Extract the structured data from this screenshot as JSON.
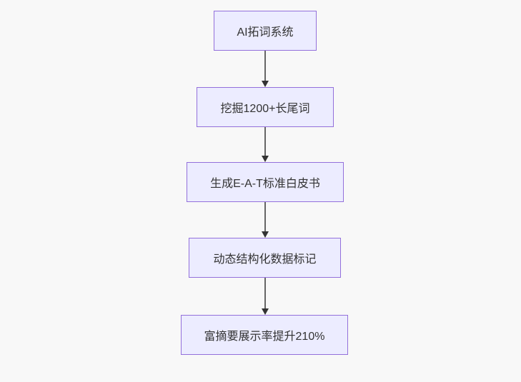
{
  "diagram": {
    "type": "flowchart",
    "direction": "top-down",
    "nodes": [
      {
        "id": "step-1",
        "label": "AI拓词系统"
      },
      {
        "id": "step-2",
        "label": "挖掘1200+长尾词"
      },
      {
        "id": "step-3",
        "label": "生成E-A-T标准白皮书"
      },
      {
        "id": "step-4",
        "label": "动态结构化数据标记"
      },
      {
        "id": "step-5",
        "label": "富摘要展示率提升210%"
      }
    ],
    "edges": [
      {
        "from": "step-1",
        "to": "step-2"
      },
      {
        "from": "step-2",
        "to": "step-3"
      },
      {
        "from": "step-3",
        "to": "step-4"
      },
      {
        "from": "step-4",
        "to": "step-5"
      }
    ],
    "colors": {
      "node_fill": "#ECECFF",
      "node_border": "#9370DB",
      "edge_line": "#666666",
      "edge_arrowhead": "#333333",
      "node_text": "#333333",
      "background": "#f8f8f8"
    }
  }
}
